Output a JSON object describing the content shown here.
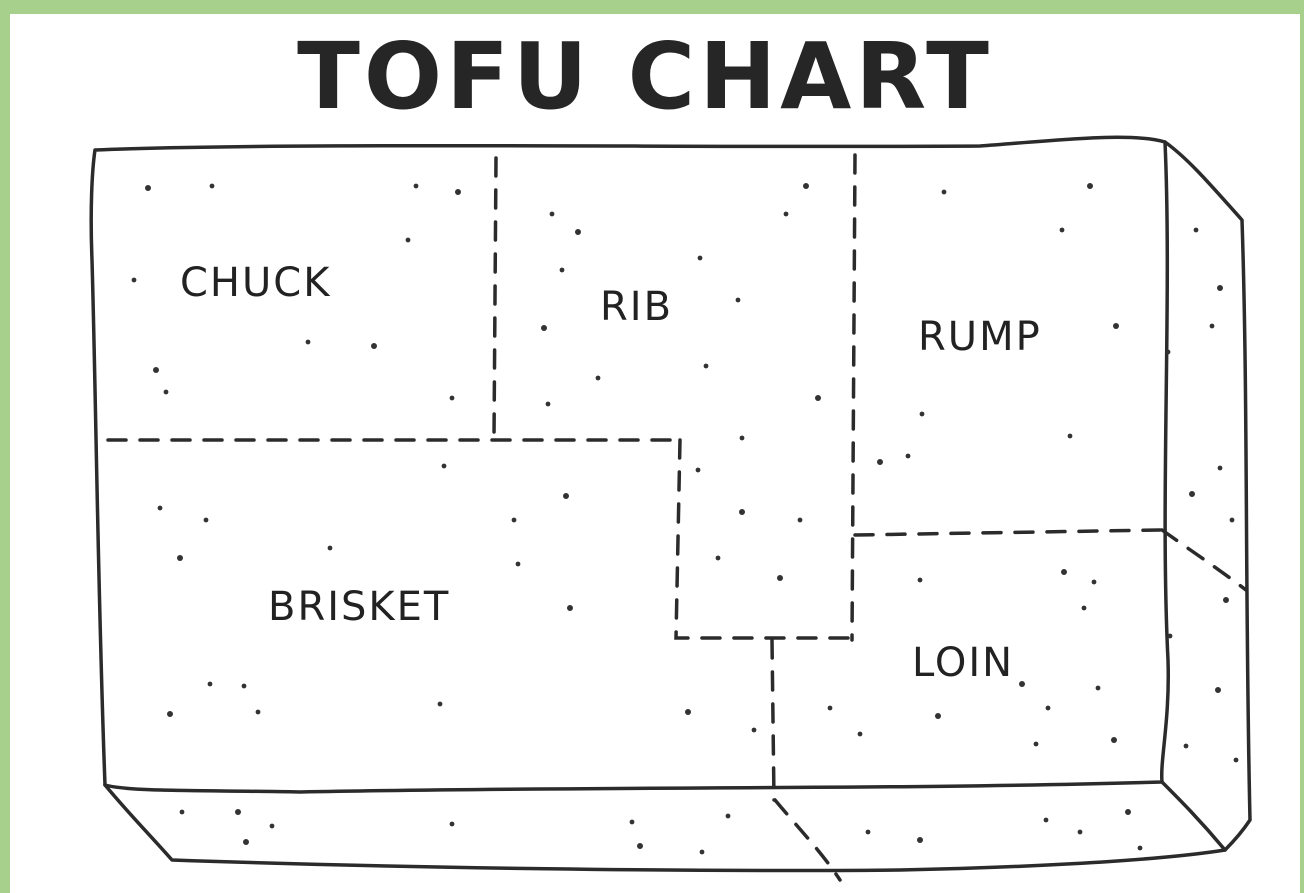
{
  "title": "TOFU CHART",
  "cuts": [
    {
      "id": "chuck",
      "label": "CHUCK"
    },
    {
      "id": "rib",
      "label": "RIB"
    },
    {
      "id": "rump",
      "label": "RUMP"
    },
    {
      "id": "brisket",
      "label": "BRISKET"
    },
    {
      "id": "loin",
      "label": "LOIN"
    }
  ],
  "colors": {
    "background": "#a8d08d",
    "paper": "#ffffff",
    "ink": "#2b2b2b"
  }
}
